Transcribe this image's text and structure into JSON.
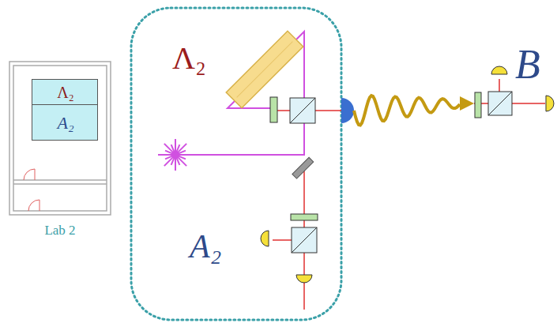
{
  "diagram": {
    "nodes": [
      {
        "text": [
          "Lab 2"
        ]
      },
      {
        "text": [
          "Λ₂"
        ],
        "in": 0
      },
      {
        "text": [
          "A₂"
        ],
        "in": 0
      }
    ],
    "labels": [
      "Λ₂",
      "A₂",
      "B"
    ]
  }
}
